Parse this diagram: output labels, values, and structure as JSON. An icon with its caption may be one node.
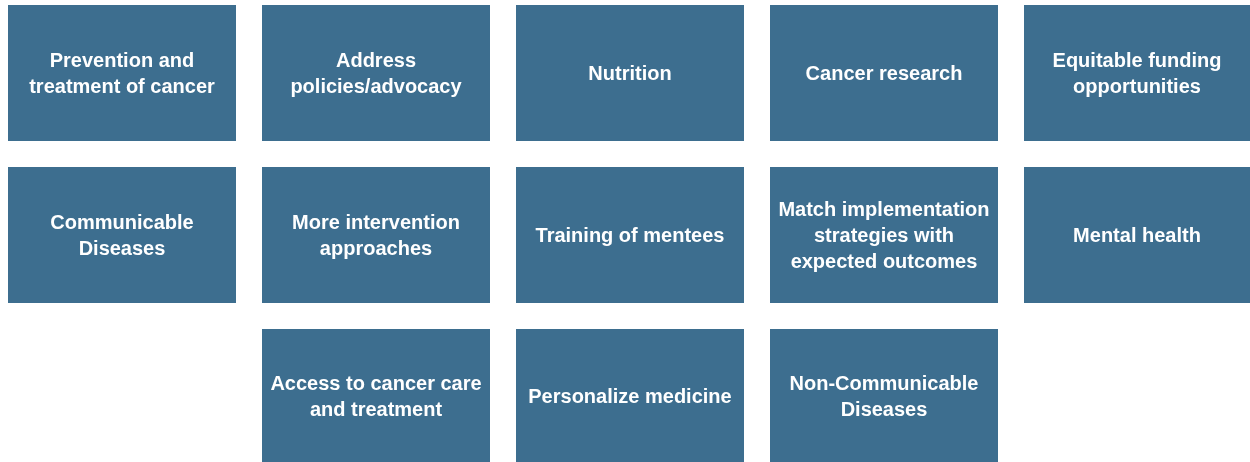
{
  "diagram": {
    "nodes": [
      {
        "text": [
          "Prevention and treatment of cancer"
        ]
      },
      {
        "text": [
          "Address policies/advocacy"
        ]
      },
      {
        "text": [
          "Nutrition"
        ]
      },
      {
        "text": [
          "Cancer research"
        ]
      },
      {
        "text": [
          "Equitable funding opportunities"
        ]
      },
      {
        "text": [
          "Communicable Diseases"
        ]
      },
      {
        "text": [
          "More intervention approaches"
        ]
      },
      {
        "text": [
          "Training of mentees"
        ]
      },
      {
        "text": [
          "Match implementation strategies with expected outcomes"
        ]
      },
      {
        "text": [
          "Mental health"
        ]
      },
      {
        "text": [
          "Access to cancer care and treatment"
        ]
      },
      {
        "text": [
          "Personalize medicine"
        ]
      },
      {
        "text": [
          "Non-Communicable Diseases"
        ]
      }
    ]
  }
}
